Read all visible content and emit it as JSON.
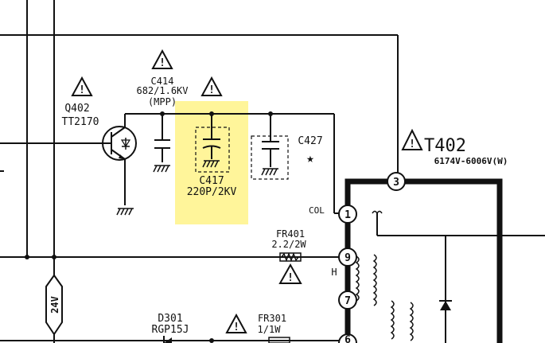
{
  "colors": {
    "highlight": "#fff59a",
    "ink": "#111111",
    "background": "#ffffff"
  },
  "labels": {
    "q402_name": "Q402",
    "q402_part": "TT2170",
    "c414_name": "C414",
    "c414_value": "682/1.6KV",
    "c414_type": "(MPP)",
    "c417_name": "C417",
    "c417_value": "220P/2KV",
    "c427_name": "C427",
    "t402_name": "T402",
    "t402_part": "6174V-6006V(W)",
    "col_label": "COL",
    "fr401_name": "FR401",
    "fr401_value": "2.2/2W",
    "h_label": "H",
    "d301_name": "D301",
    "d301_part": "RGP15J",
    "fr301_name": "FR301",
    "fr301_value": "1/1W",
    "voltage_label": "24V",
    "pin_3": "3",
    "pin_1": "1",
    "pin_9": "9",
    "pin_7": "7",
    "pin_6": "6",
    "warning_mark": "!",
    "star_mark": "★"
  }
}
